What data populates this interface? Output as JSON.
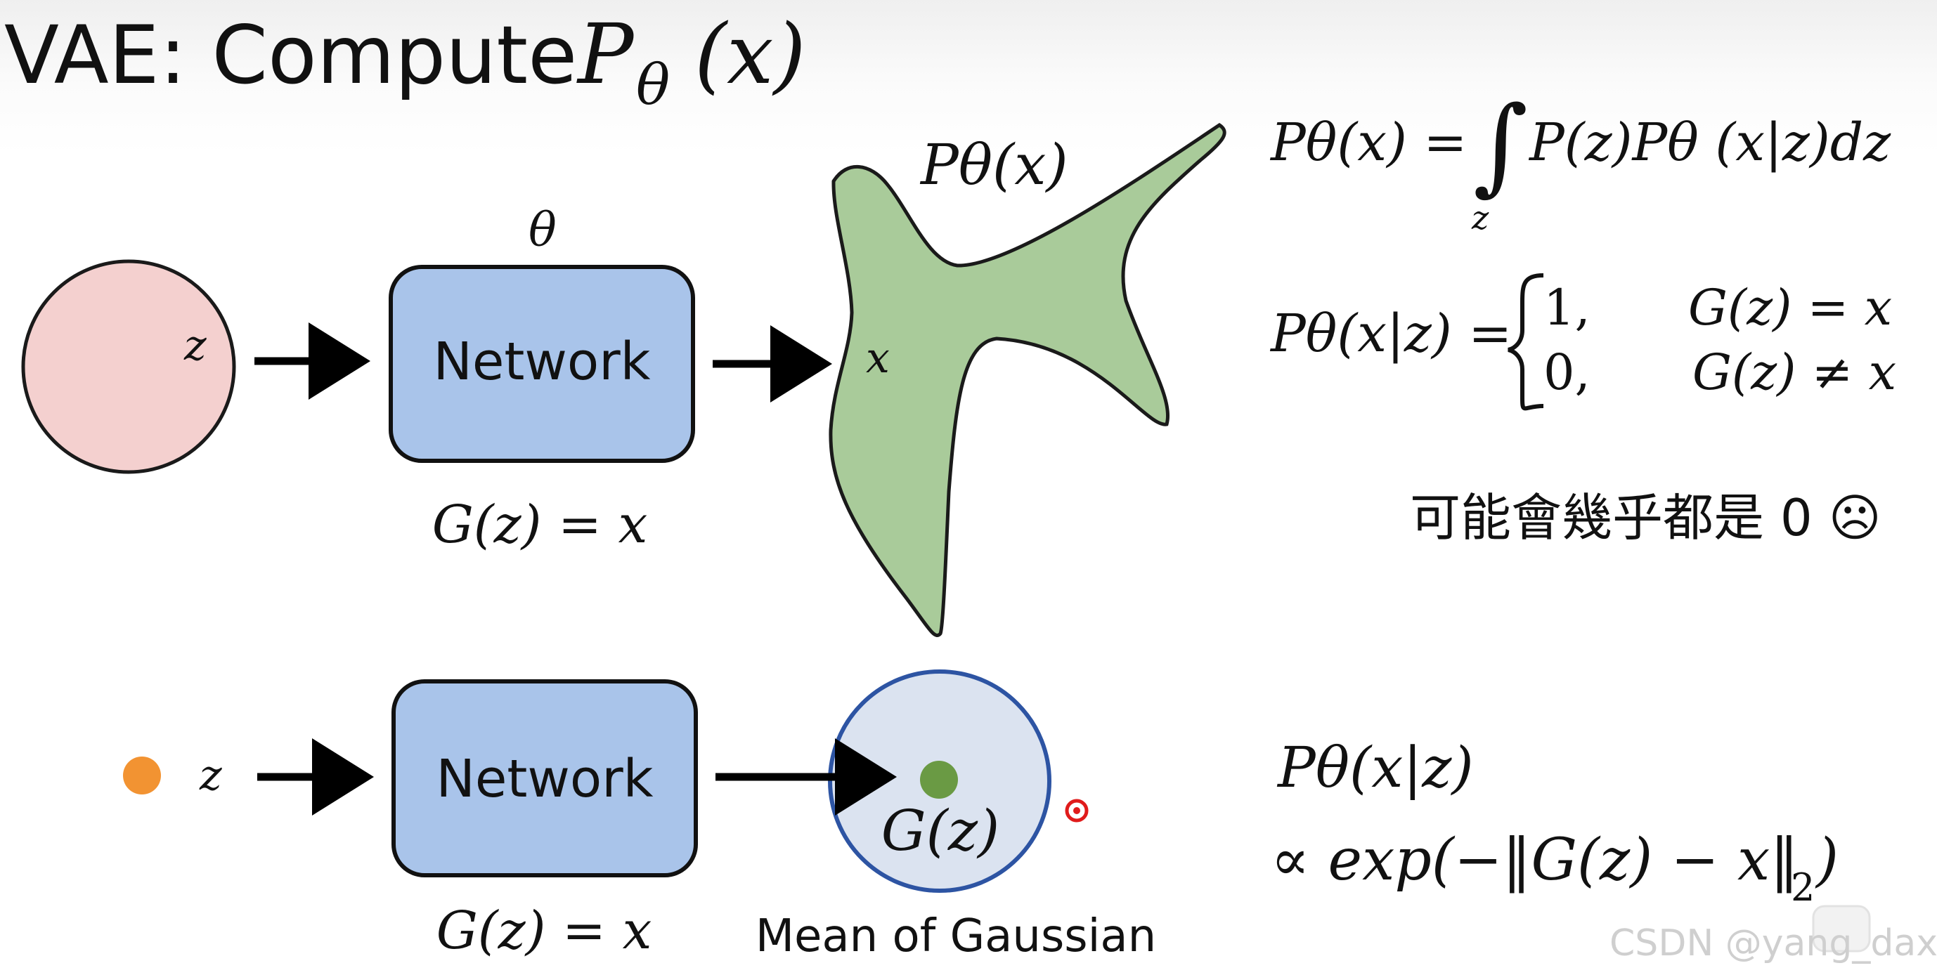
{
  "title": {
    "prefix": "VAE: Compute",
    "math": "P",
    "sub": "θ",
    "arg": "(x)"
  },
  "top_row": {
    "prior_circle": {
      "var_label": "z",
      "fill": "#f4d0cf"
    },
    "network": {
      "label": "Network",
      "param": "θ",
      "fill": "#a9c4ea"
    },
    "mapping": "G(z) = x",
    "distribution": {
      "label": "Pθ(x)",
      "point_label": "x",
      "fill": "#a9cb9a"
    }
  },
  "bottom_row": {
    "z_dot": {
      "label": "z",
      "color": "#f29332"
    },
    "network": {
      "label": "Network",
      "fill": "#a9c4ea"
    },
    "mapping": "G(z) = x",
    "gaussian": {
      "center_label": "G(z)",
      "caption": "Mean of Gaussian",
      "fill": "#dbe3f0",
      "dot_color": "#6a9a44"
    }
  },
  "equations": {
    "marginal": {
      "lhs": "Pθ(x) =",
      "integral_sub": "z",
      "rhs": "P(z)Pθ (x|z)dz"
    },
    "conditional": {
      "lhs": "Pθ(x|z) =",
      "cases": [
        {
          "value": "1,",
          "condition": "G(z) = x"
        },
        {
          "value": "0,",
          "condition": "G(z) ≠ x"
        }
      ]
    },
    "note": "可能會幾乎都是 0 ☹",
    "gaussian_line1": "Pθ(x|z)",
    "gaussian_line2": "∝ exp(−‖G(z) − x‖",
    "gaussian_sub": "2",
    "gaussian_close": ")"
  },
  "watermark": "CSDN @yang_daxia",
  "laser_pointer_color": "#e01b1b"
}
